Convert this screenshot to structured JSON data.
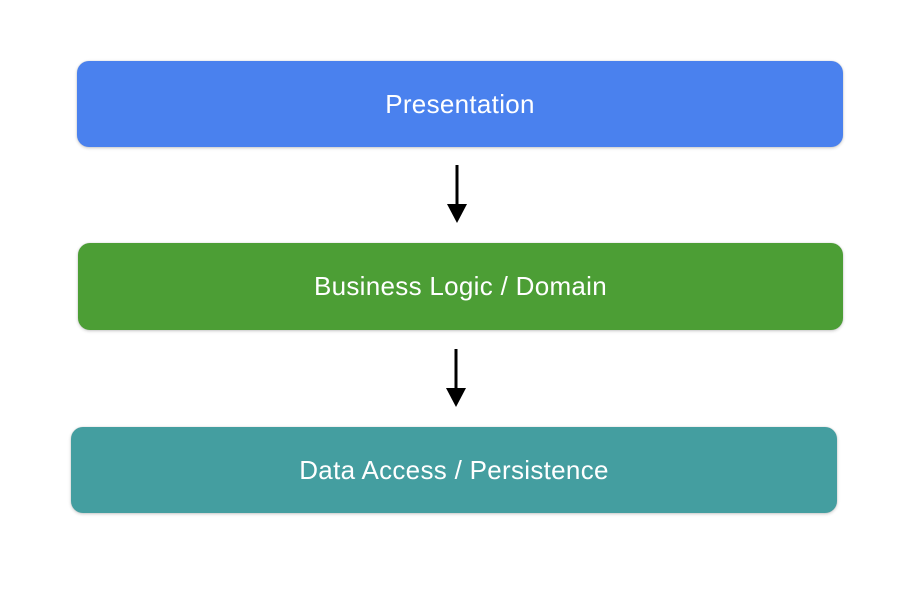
{
  "diagram": {
    "background_color": "#ffffff",
    "layers": [
      {
        "label": "Presentation",
        "color": "#4A81EE",
        "text_color": "#ffffff"
      },
      {
        "label": "Business Logic / Domain",
        "color": "#4C9E35",
        "text_color": "#ffffff"
      },
      {
        "label": "Data Access / Persistence",
        "color": "#449EA0",
        "text_color": "#ffffff"
      }
    ],
    "arrows": [
      {
        "name": "arrow-presentation-to-business",
        "color": "#000000"
      },
      {
        "name": "arrow-business-to-data",
        "color": "#000000"
      }
    ]
  }
}
